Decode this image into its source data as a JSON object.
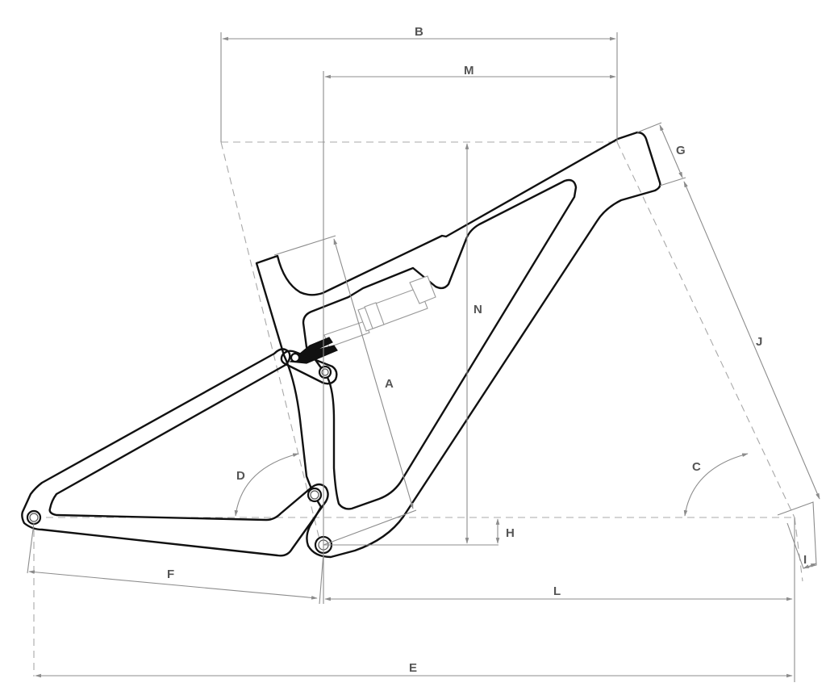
{
  "diagram": {
    "type": "bicycle-frame-geometry",
    "colors": {
      "frame_stroke": "#111111",
      "dimension_line": "#8c8c8c",
      "reference_dashed": "#a8a8a8",
      "label_text": "#555555",
      "background": "#ffffff"
    },
    "labels": {
      "A": "A",
      "B": "B",
      "C": "C",
      "D": "D",
      "E": "E",
      "F": "F",
      "G": "G",
      "H": "H",
      "I": "I",
      "J": "J",
      "L": "L",
      "M": "M",
      "N": "N"
    },
    "components": [
      "front-triangle",
      "head-tube",
      "top-tube",
      "down-tube",
      "seat-tube",
      "rear-shock",
      "rocker-link",
      "seat-stay",
      "chain-stay",
      "rear-dropout",
      "bottom-bracket"
    ]
  }
}
